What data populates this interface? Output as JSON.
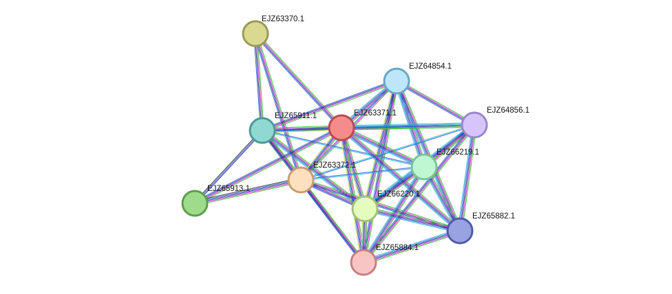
{
  "network": {
    "nodes": [
      {
        "id": "EJZ63370.1",
        "label": "EJZ63370.1",
        "color": "#d9d98f",
        "stroke": "#9a9a56"
      },
      {
        "id": "EJZ64854.1",
        "label": "EJZ64854.1",
        "color": "#bde6fa",
        "stroke": "#6aa6c6"
      },
      {
        "id": "EJZ64856.1",
        "label": "EJZ64856.1",
        "color": "#d6c4fb",
        "stroke": "#9b86c9"
      },
      {
        "id": "EJZ65911.1",
        "label": "EJZ65911.1",
        "color": "#8fd9d2",
        "stroke": "#4b9a93"
      },
      {
        "id": "EJZ63371.1",
        "label": "EJZ63371.1",
        "color": "#f58c8c",
        "stroke": "#b64c4c"
      },
      {
        "id": "EJZ66219.1",
        "label": "EJZ66219.1",
        "color": "#bff7d3",
        "stroke": "#79c496"
      },
      {
        "id": "EJZ63372.1",
        "label": "EJZ63372.1",
        "color": "#fde0bd",
        "stroke": "#c79d72"
      },
      {
        "id": "EJZ65913.1",
        "label": "EJZ65913.1",
        "color": "#9edc8c",
        "stroke": "#5c9e4c"
      },
      {
        "id": "EJZ66220.1",
        "label": "EJZ66220.1",
        "color": "#e6fcbf",
        "stroke": "#a3c27b"
      },
      {
        "id": "EJZ65882.1",
        "label": "EJZ65882.1",
        "color": "#9aa3e2",
        "stroke": "#4f5aa6"
      },
      {
        "id": "EJZ65884.1",
        "label": "EJZ65884.1",
        "color": "#f8c4c4",
        "stroke": "#c48080"
      }
    ],
    "edges": [
      {
        "source": "EJZ63370.1",
        "target": "EJZ65911.1",
        "evidence": [
          "green",
          "magenta",
          "navy",
          "blue"
        ]
      },
      {
        "source": "EJZ63370.1",
        "target": "EJZ63371.1",
        "evidence": [
          "green",
          "magenta",
          "navy",
          "blue"
        ]
      },
      {
        "source": "EJZ63370.1",
        "target": "EJZ63372.1",
        "evidence": [
          "green",
          "magenta",
          "navy",
          "blue"
        ]
      },
      {
        "source": "EJZ64854.1",
        "target": "EJZ65911.1",
        "evidence": [
          "green",
          "magenta",
          "navy",
          "blue"
        ]
      },
      {
        "source": "EJZ64854.1",
        "target": "EJZ63371.1",
        "evidence": [
          "green",
          "magenta",
          "navy",
          "blue",
          "cyan"
        ]
      },
      {
        "source": "EJZ64854.1",
        "target": "EJZ64856.1",
        "evidence": [
          "green",
          "magenta",
          "navy",
          "blue"
        ]
      },
      {
        "source": "EJZ64854.1",
        "target": "EJZ66219.1",
        "evidence": [
          "green",
          "magenta",
          "navy",
          "blue",
          "cyan"
        ]
      },
      {
        "source": "EJZ64854.1",
        "target": "EJZ66220.1",
        "evidence": [
          "green",
          "magenta",
          "navy",
          "blue",
          "yellow"
        ]
      },
      {
        "source": "EJZ64854.1",
        "target": "EJZ65882.1",
        "evidence": [
          "green",
          "magenta",
          "navy",
          "blue",
          "cyan"
        ]
      },
      {
        "source": "EJZ64854.1",
        "target": "EJZ65884.1",
        "evidence": [
          "green",
          "magenta",
          "navy",
          "blue"
        ]
      },
      {
        "source": "EJZ64854.1",
        "target": "EJZ63372.1",
        "evidence": [
          "green",
          "magenta",
          "blue"
        ]
      },
      {
        "source": "EJZ64856.1",
        "target": "EJZ63371.1",
        "evidence": [
          "green",
          "magenta",
          "navy",
          "blue",
          "cyan"
        ]
      },
      {
        "source": "EJZ64856.1",
        "target": "EJZ65911.1",
        "evidence": [
          "green",
          "blue",
          "cyan"
        ]
      },
      {
        "source": "EJZ64856.1",
        "target": "EJZ66219.1",
        "evidence": [
          "green",
          "magenta",
          "navy",
          "blue",
          "cyan"
        ]
      },
      {
        "source": "EJZ64856.1",
        "target": "EJZ66220.1",
        "evidence": [
          "green",
          "magenta",
          "navy",
          "blue",
          "cyan"
        ]
      },
      {
        "source": "EJZ64856.1",
        "target": "EJZ65882.1",
        "evidence": [
          "green",
          "magenta",
          "navy",
          "blue",
          "cyan"
        ]
      },
      {
        "source": "EJZ64856.1",
        "target": "EJZ65884.1",
        "evidence": [
          "green",
          "magenta",
          "navy",
          "blue"
        ]
      },
      {
        "source": "EJZ64856.1",
        "target": "EJZ63372.1",
        "evidence": [
          "blue",
          "cyan"
        ]
      },
      {
        "source": "EJZ65911.1",
        "target": "EJZ63371.1",
        "evidence": [
          "green",
          "magenta",
          "navy",
          "blue",
          "yellow"
        ]
      },
      {
        "source": "EJZ65911.1",
        "target": "EJZ63372.1",
        "evidence": [
          "green",
          "magenta",
          "navy",
          "blue",
          "yellow"
        ]
      },
      {
        "source": "EJZ65911.1",
        "target": "EJZ65913.1",
        "evidence": [
          "navy",
          "blue",
          "dark"
        ]
      },
      {
        "source": "EJZ65911.1",
        "target": "EJZ66220.1",
        "evidence": [
          "green",
          "magenta",
          "navy",
          "blue",
          "cyan"
        ]
      },
      {
        "source": "EJZ65911.1",
        "target": "EJZ66219.1",
        "evidence": [
          "blue",
          "cyan"
        ]
      },
      {
        "source": "EJZ65911.1",
        "target": "EJZ65884.1",
        "evidence": [
          "green",
          "magenta",
          "navy",
          "blue"
        ]
      },
      {
        "source": "EJZ63371.1",
        "target": "EJZ63372.1",
        "evidence": [
          "green",
          "magenta",
          "navy",
          "blue",
          "yellow"
        ]
      },
      {
        "source": "EJZ63371.1",
        "target": "EJZ65913.1",
        "evidence": [
          "green",
          "magenta",
          "navy",
          "blue"
        ]
      },
      {
        "source": "EJZ63371.1",
        "target": "EJZ66219.1",
        "evidence": [
          "green",
          "magenta",
          "navy",
          "blue",
          "cyan"
        ]
      },
      {
        "source": "EJZ63371.1",
        "target": "EJZ66220.1",
        "evidence": [
          "green",
          "magenta",
          "navy",
          "blue",
          "yellow"
        ]
      },
      {
        "source": "EJZ63371.1",
        "target": "EJZ65882.1",
        "evidence": [
          "green",
          "magenta",
          "navy",
          "blue",
          "cyan"
        ]
      },
      {
        "source": "EJZ63371.1",
        "target": "EJZ65884.1",
        "evidence": [
          "green",
          "magenta",
          "navy",
          "blue",
          "yellow"
        ]
      },
      {
        "source": "EJZ63372.1",
        "target": "EJZ65913.1",
        "evidence": [
          "green",
          "magenta",
          "navy",
          "blue",
          "dark"
        ]
      },
      {
        "source": "EJZ63372.1",
        "target": "EJZ66219.1",
        "evidence": [
          "blue",
          "cyan"
        ]
      },
      {
        "source": "EJZ63372.1",
        "target": "EJZ66220.1",
        "evidence": [
          "green",
          "magenta",
          "navy",
          "blue"
        ]
      },
      {
        "source": "EJZ63372.1",
        "target": "EJZ65882.1",
        "evidence": [
          "green",
          "magenta",
          "navy",
          "blue"
        ]
      },
      {
        "source": "EJZ63372.1",
        "target": "EJZ65884.1",
        "evidence": [
          "green",
          "magenta",
          "navy",
          "blue"
        ]
      },
      {
        "source": "EJZ66219.1",
        "target": "EJZ66220.1",
        "evidence": [
          "green",
          "magenta",
          "navy",
          "blue",
          "cyan"
        ]
      },
      {
        "source": "EJZ66219.1",
        "target": "EJZ65882.1",
        "evidence": [
          "green",
          "magenta",
          "navy",
          "blue",
          "cyan"
        ]
      },
      {
        "source": "EJZ66219.1",
        "target": "EJZ65884.1",
        "evidence": [
          "green",
          "magenta",
          "navy",
          "blue",
          "cyan"
        ]
      },
      {
        "source": "EJZ66220.1",
        "target": "EJZ65882.1",
        "evidence": [
          "green",
          "magenta",
          "navy",
          "blue",
          "cyan"
        ]
      },
      {
        "source": "EJZ66220.1",
        "target": "EJZ65884.1",
        "evidence": [
          "green",
          "magenta",
          "navy",
          "blue",
          "yellow"
        ]
      },
      {
        "source": "EJZ65882.1",
        "target": "EJZ65884.1",
        "evidence": [
          "green",
          "magenta",
          "navy",
          "blue",
          "cyan"
        ]
      }
    ],
    "evidence_colors": {
      "green": "#3fbf3f",
      "magenta": "#cc33cc",
      "navy": "#2d2d8a",
      "blue": "#2a5fe0",
      "cyan": "#35b8d6",
      "yellow": "#d4e04a",
      "dark": "#333333"
    }
  }
}
